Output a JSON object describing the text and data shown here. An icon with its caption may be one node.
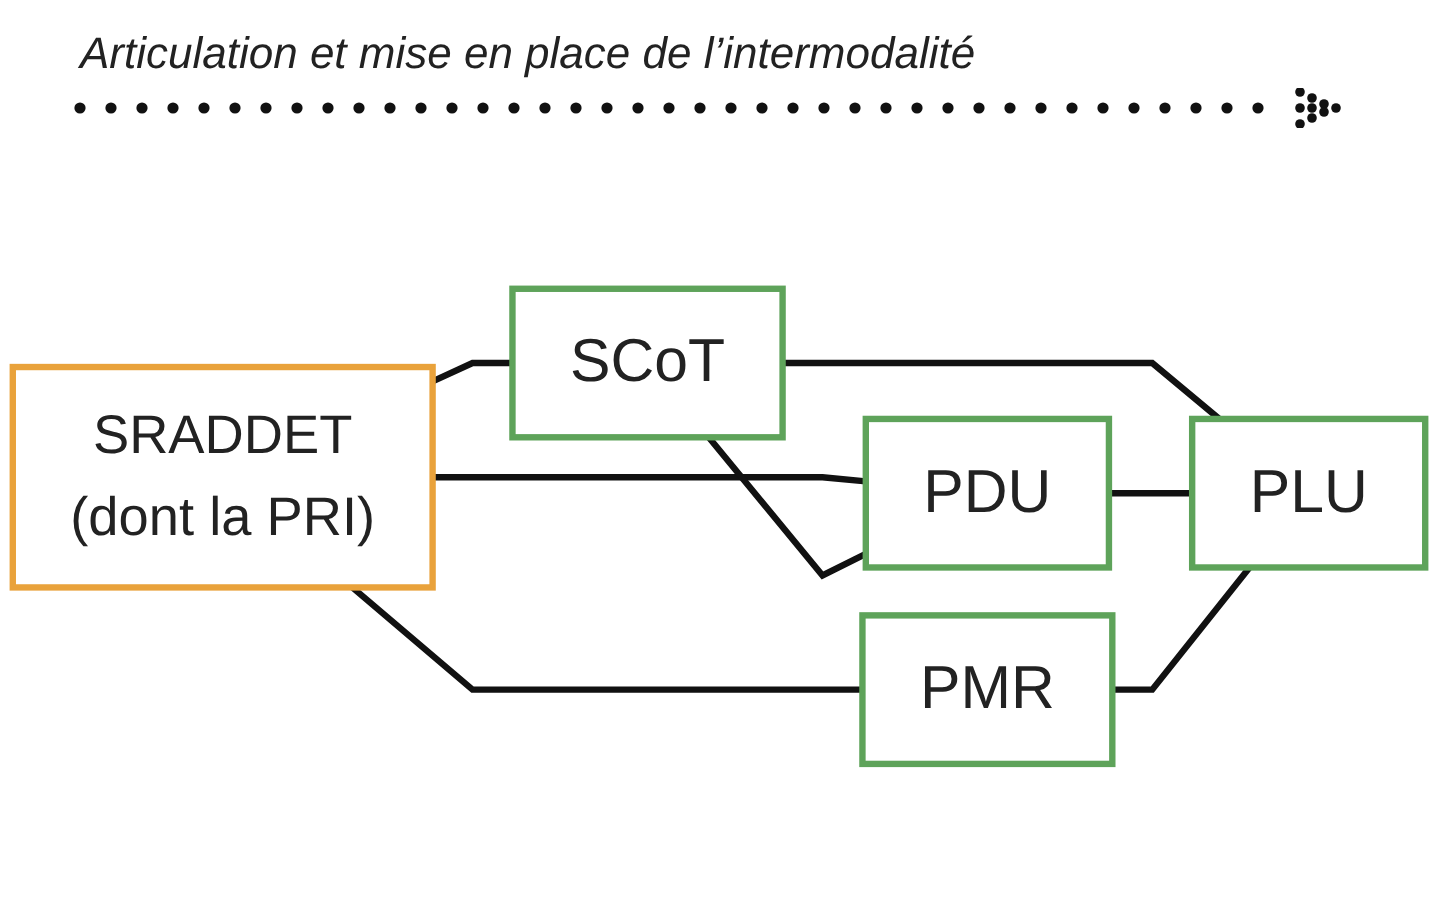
{
  "diagram": {
    "title": "Articulation et mise en place de l’intermodalité",
    "nodes": [
      {
        "text": [
          "SRADDET",
          "(dont la PRI)"
        ]
      },
      {
        "text": [
          "SCoT"
        ]
      },
      {
        "text": [
          "PDU"
        ]
      },
      {
        "text": [
          "PMR"
        ]
      },
      {
        "text": [
          "PLU"
        ]
      }
    ],
    "edges": [
      {
        "from": 0,
        "to": 1,
        "arrow": "none"
      },
      {
        "from": 0,
        "to": 2,
        "arrow": "none"
      },
      {
        "from": 0,
        "to": 3,
        "arrow": "none"
      },
      {
        "from": 1,
        "to": 2,
        "arrow": "none"
      },
      {
        "from": 1,
        "to": 4,
        "arrow": "none"
      },
      {
        "from": 2,
        "to": 4,
        "arrow": "none"
      },
      {
        "from": 3,
        "to": 4,
        "arrow": "none"
      }
    ]
  }
}
